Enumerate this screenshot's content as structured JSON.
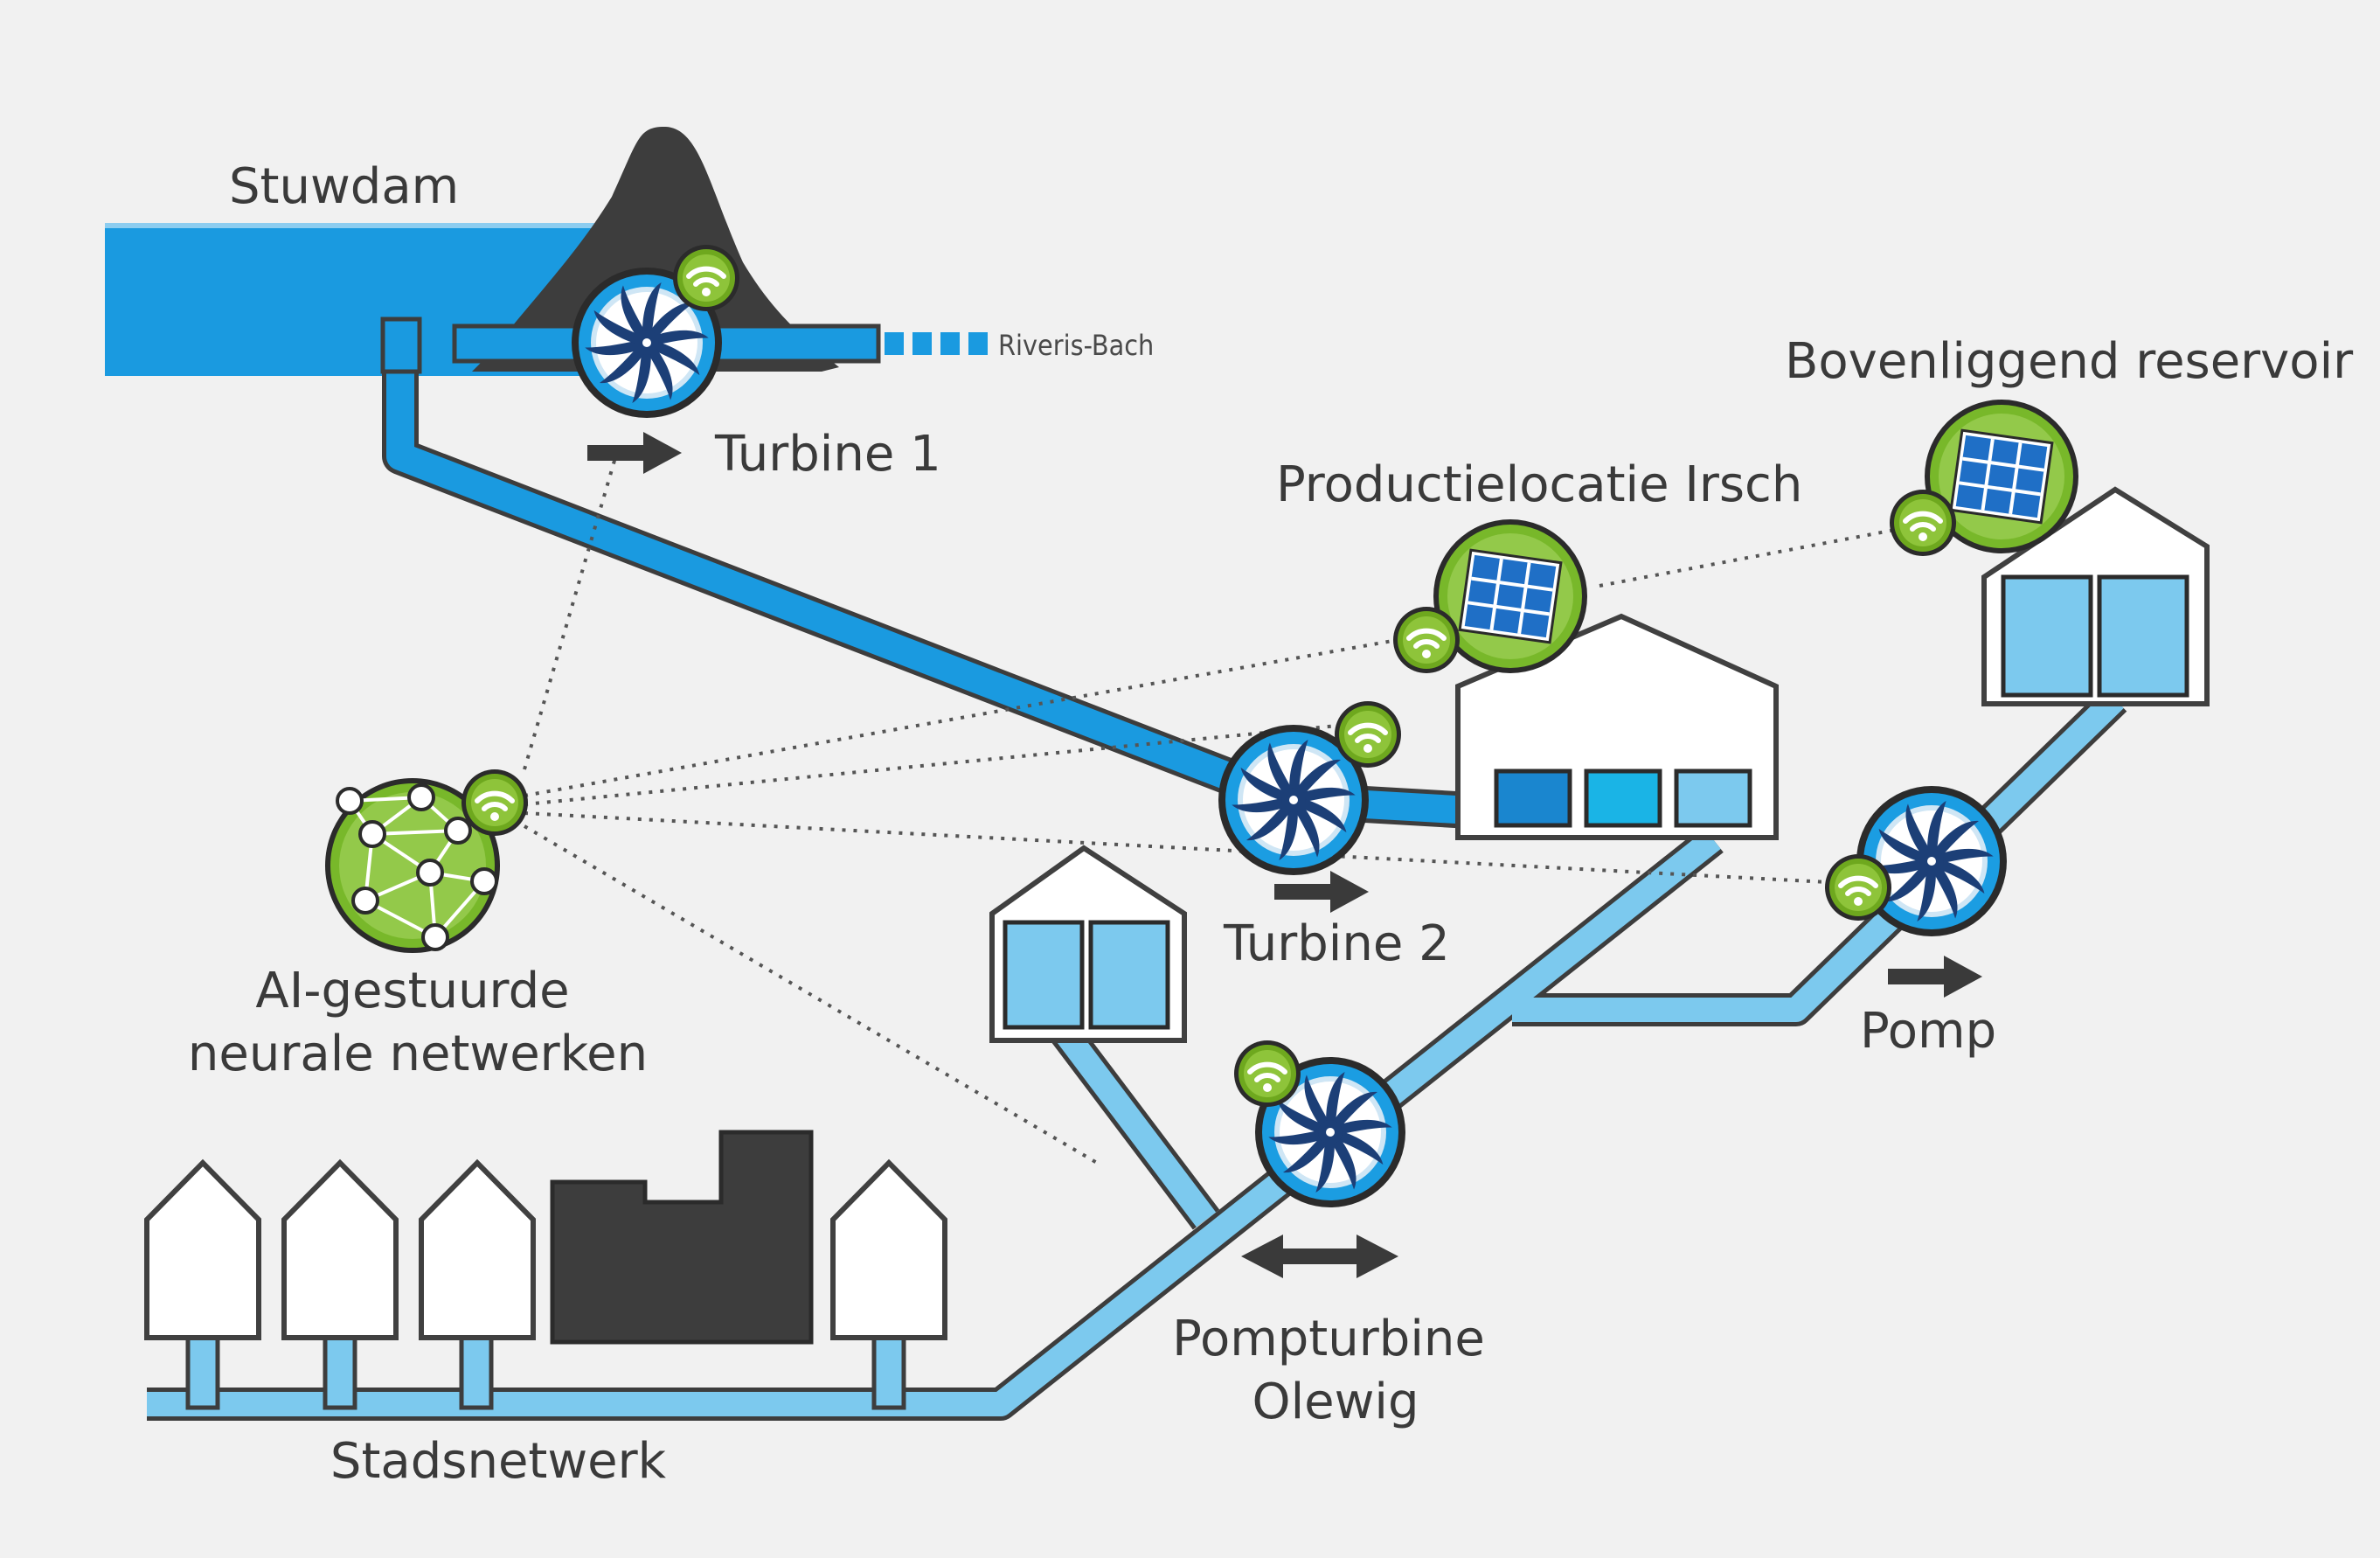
{
  "labels": {
    "dam": "Stuwdam",
    "stream": "Riveris-Bach",
    "turbine1": "Turbine 1",
    "upper_reservoir": "Bovenliggend reservoir",
    "production_site": "Productielocatie Irsch",
    "turbine2": "Turbine 2",
    "pump": "Pomp",
    "ai_line1": "AI-gestuurde",
    "ai_line2": "neurale netwerken",
    "pump_turbine_line1": "Pompturbine",
    "pump_turbine_line2": "Olewig",
    "city_network": "Stadsnetwerk"
  },
  "colors": {
    "background": "#f1f1f1",
    "water_dark": "#1a9ae0",
    "water_light": "#7cc9ee",
    "outline": "#404040",
    "dam": "#3d3d3d",
    "turbine_ring": "#1b9de2",
    "turbine_core": "#1c3f77",
    "wifi_green": "#6ea81e",
    "solar_blue": "#1f6fc6",
    "ai_green": "#78b82a",
    "text": "#3a3a3a"
  },
  "icons": {
    "turbine": "turbine-icon",
    "wifi": "wifi-icon",
    "solar": "solar-panel-icon",
    "network": "neural-network-icon",
    "arrow": "arrow-right-icon",
    "double_arrow": "double-arrow-icon"
  }
}
